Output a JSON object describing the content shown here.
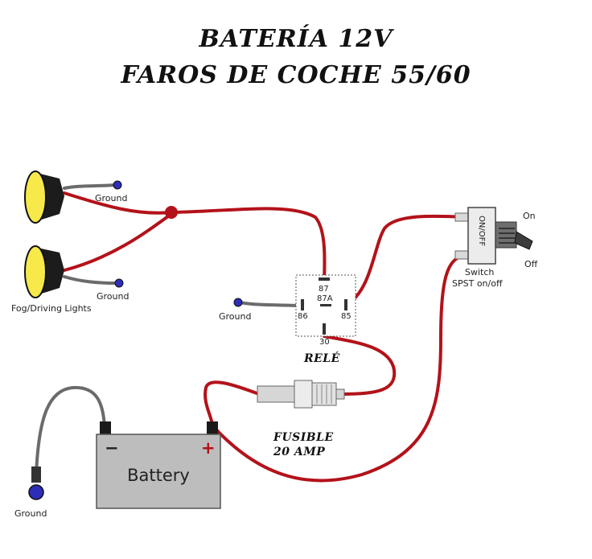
{
  "title": {
    "line1": "BATERÍA 12V",
    "line2": "FAROS DE COCHE 55/60"
  },
  "labels": {
    "ground": "Ground",
    "fog_lights": "Fog/Driving Lights",
    "switch_name": "Switch",
    "switch_type": "SPST on/off",
    "switch_on": "On",
    "switch_off": "Off",
    "switch_body": "ON/OFF",
    "relay": "RELÉ",
    "relay_pins": {
      "p87": "87",
      "p87a": "87A",
      "p86": "86",
      "p85": "85",
      "p30": "30"
    },
    "fuse_line1": "FUSIBLE",
    "fuse_line2": "20 AMP",
    "battery": "Battery",
    "battery_minus": "−",
    "battery_plus": "+"
  },
  "colors": {
    "wire": "#b3121a",
    "ground_wire": "#6b6b6b",
    "lamp_lens": "#f7e94a",
    "battery_body": "#bdbdbd",
    "ground_terminal": "#2d2db8"
  }
}
